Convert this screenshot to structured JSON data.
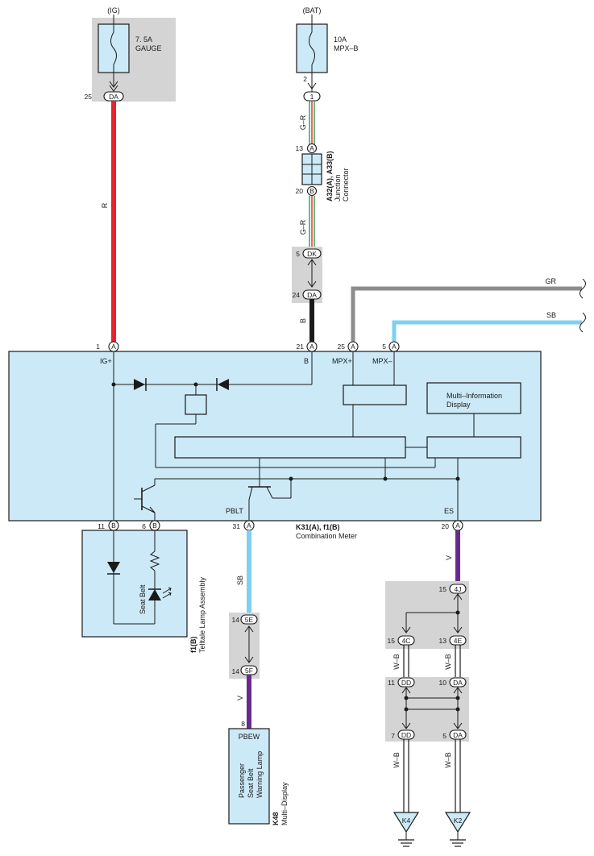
{
  "fuses": {
    "ig": {
      "source": "(IG)",
      "rating": "7. 5A",
      "name": "GAUGE",
      "pin": "25",
      "conn": "DA"
    },
    "bat": {
      "source": "(BAT)",
      "rating": "10A",
      "name": "MPX–B",
      "pin": "2"
    }
  },
  "junction": {
    "top_pin": "1",
    "a_pin": "13",
    "a_conn": "A",
    "b_pin": "20",
    "b_conn": "B",
    "label_id": "A32(A), A33(B)",
    "label_line1": "Junction",
    "label_line2": "Connector"
  },
  "wires": {
    "r": "R",
    "gr_top": "G–R",
    "gr_bottom": "G–R",
    "b": "B",
    "gr_right": "GR",
    "sb_right": "SB",
    "sb_lower": "SB",
    "v_lower": "V",
    "v_right": "V",
    "wb_1": "W–B",
    "wb_2": "W–B",
    "wb_3": "W–B",
    "wb_4": "W–B"
  },
  "inline": {
    "dk_pin": "5",
    "dk_conn": "DK",
    "da_pin": "24",
    "da_conn": "DA"
  },
  "meter": {
    "id": "K31(A), f1(B)",
    "name": "Combination Meter",
    "mid_label": "Multi–Information",
    "mid_label2": "Display",
    "top_pins": [
      {
        "pin": "1",
        "conn": "A",
        "label": "IG+"
      },
      {
        "pin": "21",
        "conn": "A",
        "label": "B"
      },
      {
        "pin": "25",
        "conn": "A",
        "label": "MPX+"
      },
      {
        "pin": "5",
        "conn": "A",
        "label": "MPX–"
      }
    ],
    "bottom_pins": [
      {
        "pin": "11",
        "conn": "B",
        "label": ""
      },
      {
        "pin": "6",
        "conn": "B",
        "label": ""
      },
      {
        "pin": "31",
        "conn": "A",
        "label": "PBLT"
      },
      {
        "pin": "20",
        "conn": "A",
        "label": "ES"
      }
    ]
  },
  "telltale": {
    "id": "f1(B)",
    "name": "Telltale Lamp Assembly",
    "lamp": "Seat Belt"
  },
  "connectors_mid": {
    "c5e_pin": "14",
    "c5e_conn": "5E",
    "c5f_pin": "14",
    "c5f_conn": "5F",
    "pbew_pin": "8"
  },
  "multidisplay": {
    "terminal": "PBEW",
    "lamp1": "Passenger",
    "lamp2": "Seat Belt",
    "lamp3": "Warning Lamp",
    "id": "K48",
    "name": "Multi–Display"
  },
  "ground_conns": {
    "c4j_pin": "15",
    "c4j_conn": "4J",
    "c4c_pin": "15",
    "c4c_conn": "4C",
    "c4e_pin": "13",
    "c4e_conn": "4E",
    "cdd1_pin": "11",
    "cdd1_conn": "DD",
    "cda1_pin": "10",
    "cda1_conn": "DA",
    "cdd2_pin": "7",
    "cdd2_conn": "DD",
    "cda2_pin": "5",
    "cda2_conn": "DA",
    "g1": "K4",
    "g2": "K2"
  },
  "colors": {
    "red": "#e8232b",
    "gray": "#8c8c8c",
    "sky": "#7fd0f0",
    "purple": "#6a2a8c",
    "black": "#1a1a1a",
    "green": "#2e9a4a",
    "box_fill": "#cce9f7",
    "shade": "#d4d4d4"
  }
}
